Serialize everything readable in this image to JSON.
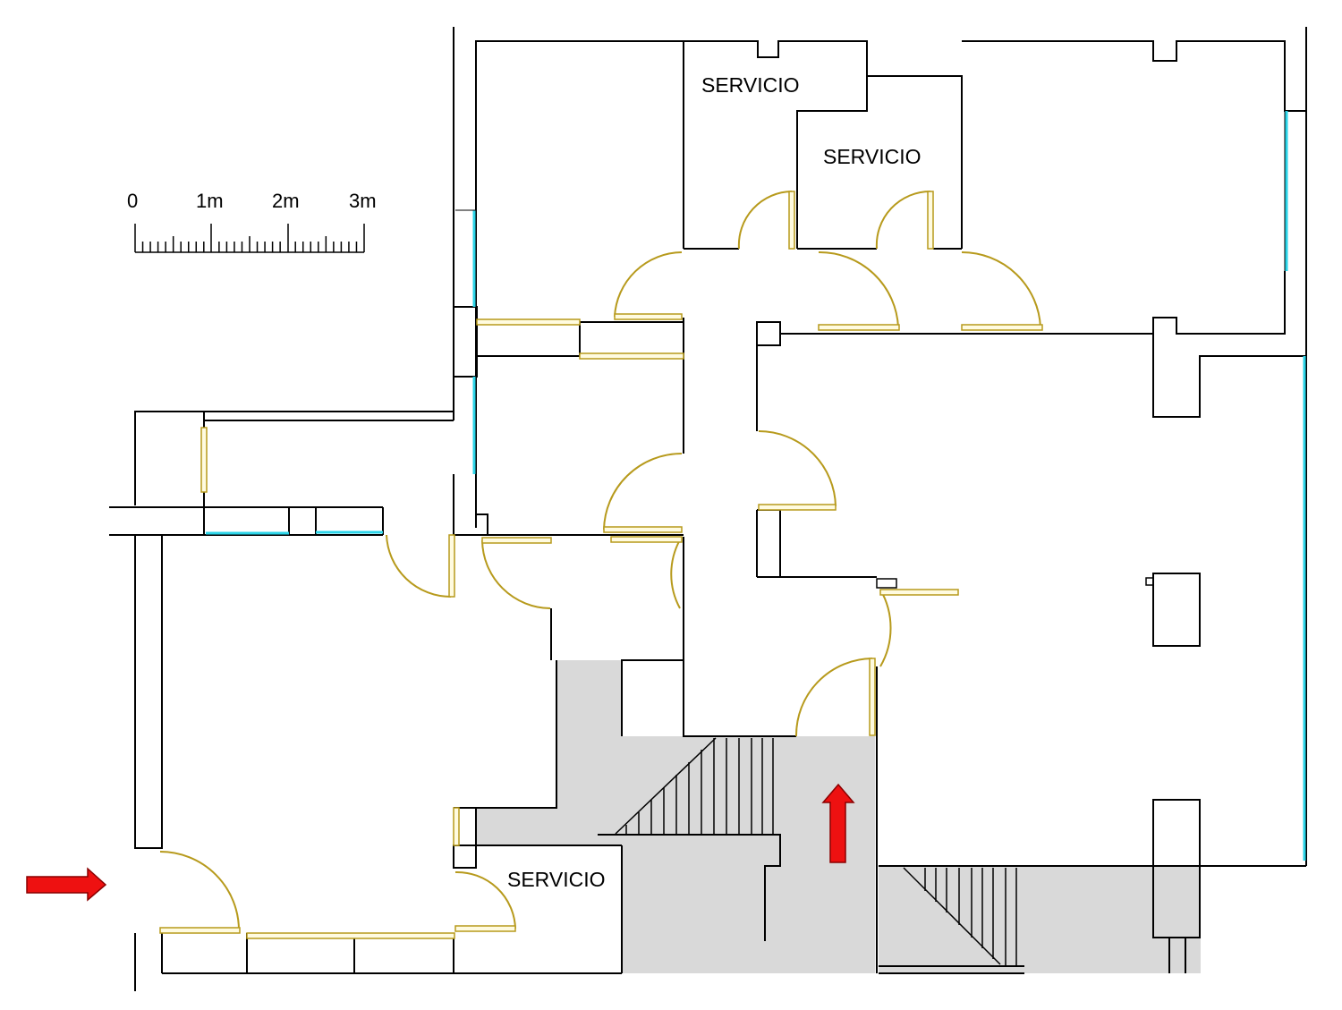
{
  "scale_bar": {
    "labels": [
      "0",
      "1m",
      "2m",
      "3m"
    ]
  },
  "rooms": {
    "servicio_top_left": "SERVICIO",
    "servicio_top_right": "SERVICIO",
    "servicio_bottom": "SERVICIO"
  },
  "colors": {
    "wall": "#000000",
    "door": "#b79a1c",
    "window": "#2bd4e8",
    "shared_area": "#d9d9d9",
    "arrow": "#ee1111"
  },
  "icons": [
    "entrance-arrow-icon",
    "access-arrow-icon"
  ]
}
